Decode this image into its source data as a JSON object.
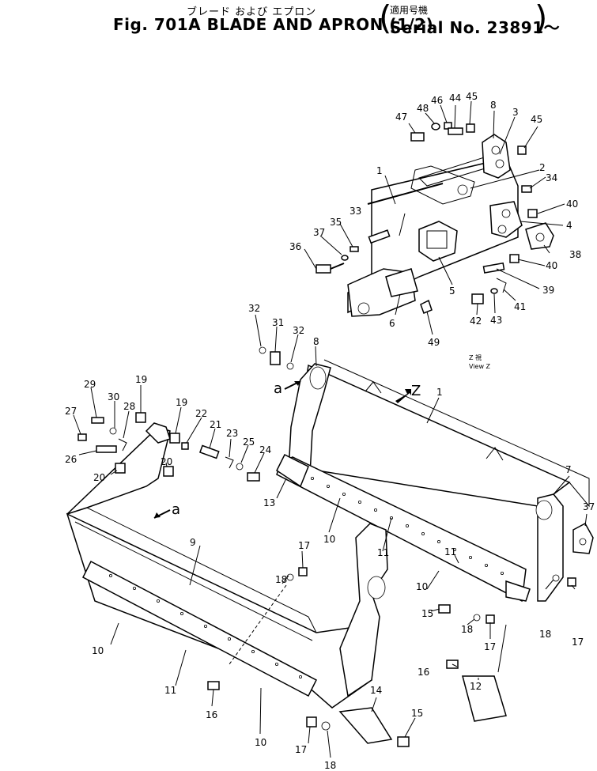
{
  "header": {
    "title_jp": "ブレード および エプロン",
    "serial_jp": "適用号機",
    "title_en": "Fig. 701A BLADE AND APRON (1/2)",
    "serial_en": "Serial No. 23891～"
  },
  "view_label": {
    "jp": "Z 視",
    "en": "View Z"
  },
  "direction_labels": {
    "z": "Z",
    "a": "a"
  },
  "callouts": [
    "1",
    "2",
    "3",
    "4",
    "5",
    "6",
    "7",
    "8",
    "9",
    "10",
    "11",
    "12",
    "13",
    "14",
    "15",
    "16",
    "17",
    "18",
    "19",
    "20",
    "21",
    "22",
    "23",
    "24",
    "25",
    "26",
    "27",
    "28",
    "29",
    "30",
    "31",
    "32",
    "33",
    "34",
    "35",
    "36",
    "37",
    "38",
    "39",
    "40",
    "41",
    "42",
    "43",
    "44",
    "45",
    "46",
    "47",
    "48",
    "49"
  ]
}
